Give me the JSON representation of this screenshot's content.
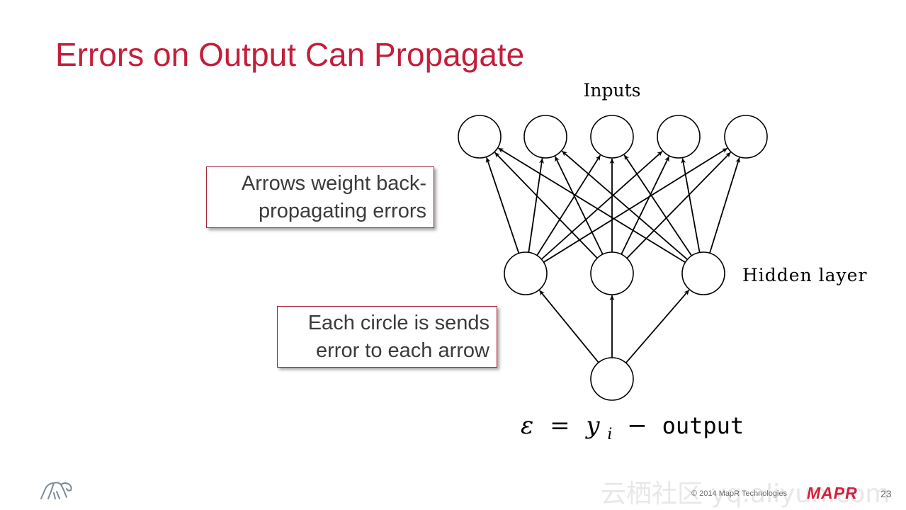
{
  "slide": {
    "title": "Errors on Output Can Propagate",
    "page_number": "23",
    "colors": {
      "accent": "#c41e3a",
      "text": "#3b3b3b"
    }
  },
  "diagram": {
    "inputs_label": "Inputs",
    "hidden_label": "Hidden layer",
    "formula": {
      "epsilon": "ε",
      "equals": "=",
      "y": "y",
      "subscript": "i",
      "minus": "−",
      "output": "output"
    }
  },
  "callouts": [
    {
      "line1": "Arrows weight back-",
      "line2": "propagating errors"
    },
    {
      "line1": "Each circle is sends",
      "line2": "error to each arrow"
    }
  ],
  "footer": {
    "copyright": "© 2014 MapR Technologies",
    "brand": "MAPR",
    "watermark": "云栖社区 yq.aliyun.com",
    "logo_icon": "elephant-icon"
  }
}
